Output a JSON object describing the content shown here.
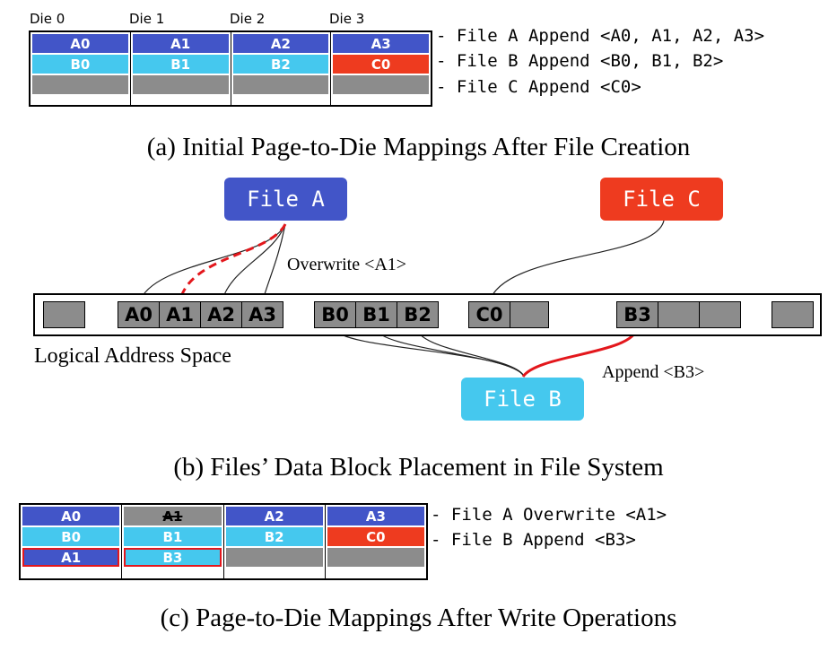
{
  "section_a": {
    "die_labels": [
      "Die 0",
      "Die 1",
      "Die 2",
      "Die 3"
    ],
    "dies": [
      [
        "A0",
        "B0",
        ""
      ],
      [
        "A1",
        "B1",
        ""
      ],
      [
        "A2",
        "B2",
        ""
      ],
      [
        "A3",
        "C0",
        ""
      ]
    ],
    "operations": [
      "- File A Append <A0, A1, A2, A3>",
      "- File B Append <B0, B1, B2>",
      "- File C Append <C0>"
    ],
    "caption": "(a) Initial Page-to-Die Mappings After File Creation"
  },
  "section_b": {
    "file_a": "File A",
    "file_b": "File B",
    "file_c": "File C",
    "blocks": {
      "a0": "A0",
      "a1": "A1",
      "a2": "A2",
      "a3": "A3",
      "b0": "B0",
      "b1": "B1",
      "b2": "B2",
      "c0": "C0",
      "b3": "B3"
    },
    "overwrite_label": "Overwrite <A1>",
    "append_label": "Append <B3>",
    "las_label": "Logical Address Space",
    "caption": "(b) Files’ Data Block Placement in File System"
  },
  "section_c": {
    "dies": [
      [
        "A0",
        "B0",
        "A1"
      ],
      [
        "A1",
        "B1",
        "B3"
      ],
      [
        "A2",
        "B2",
        ""
      ],
      [
        "A3",
        "C0",
        ""
      ]
    ],
    "operations": [
      "- File A Overwrite <A1>",
      "- File B Append <B3>"
    ],
    "caption": "(c) Page-to-Die Mappings After Write Operations"
  },
  "colors": {
    "file_a": "#4255c8",
    "file_b": "#45c8ee",
    "file_c": "#ee3b1f",
    "block_gray": "#8c8c8c",
    "highlight_red": "#e3171c"
  }
}
